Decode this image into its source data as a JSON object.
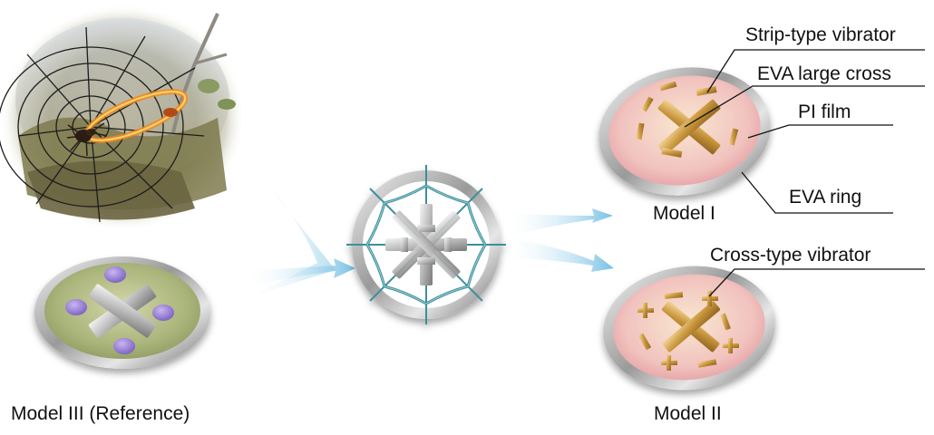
{
  "labels": {
    "model1": "Model I",
    "model2": "Model II",
    "model3": "Model III (Reference)",
    "strip": "Strip-type vibrator",
    "eva_cross": "EVA large cross",
    "pi_film": "PI film",
    "eva_ring": "EVA ring",
    "cross_vibrator": "Cross-type vibrator"
  },
  "icons": {
    "spider_web_photo": "spider-web-photo",
    "model3_disc": "model3-disc-icon",
    "web_emblem": "web-emblem-icon",
    "model1_disc": "model1-disc-icon",
    "model2_disc": "model2-disc-icon"
  },
  "colors": {
    "arrow": "#7fc6e6",
    "disc_pink": "#f0b8b6",
    "disc_green": "#a9b77a",
    "gold": "#c8953a",
    "purple_dot": "#9a7fd0",
    "web_teal": "#3e8f9a"
  }
}
